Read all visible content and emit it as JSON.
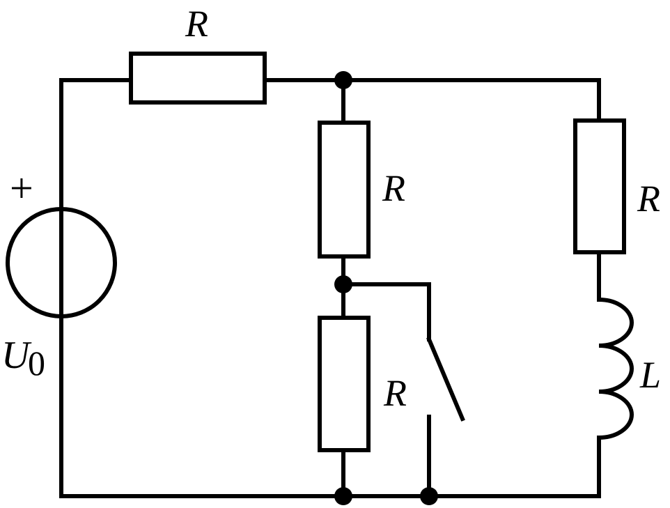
{
  "labels": {
    "r_top": "R",
    "r_mid": "R",
    "r_low": "R",
    "r_right": "R",
    "inductor": "L",
    "plus": "+",
    "source_letter": "U",
    "source_sub": "0"
  },
  "colors": {
    "ink": "#000000",
    "background": "#ffffff"
  }
}
